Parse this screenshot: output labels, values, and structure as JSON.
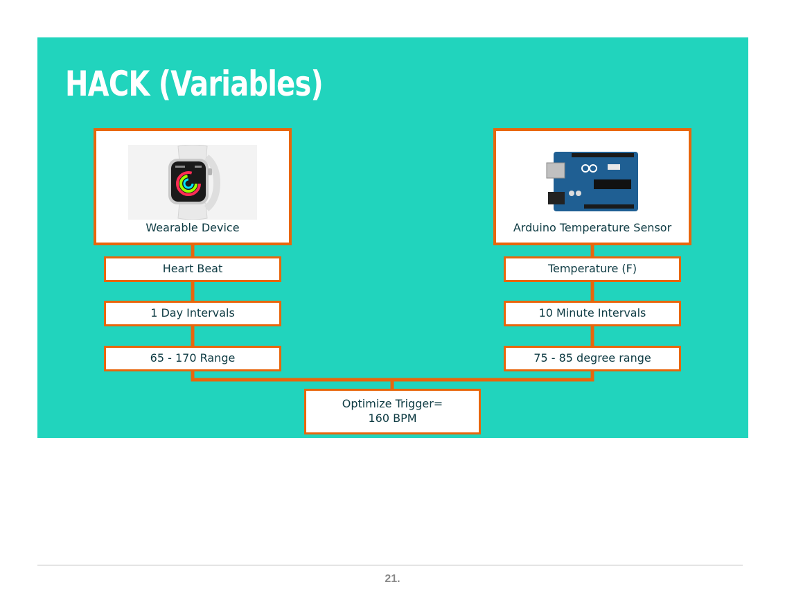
{
  "slide": {
    "title": "HACK (Variables)",
    "background_color": "#21d4bd",
    "accent_color": "#e8660c",
    "text_color": "#0e3b43"
  },
  "left_column": {
    "device_label": "Wearable Device",
    "device_icon": "smartwatch-image",
    "variable": "Heart Beat",
    "interval": "1 Day Intervals",
    "range": "65 - 170 Range"
  },
  "right_column": {
    "device_label": "Arduino Temperature Sensor",
    "device_icon": "arduino-board-image",
    "variable": "Temperature (F)",
    "interval": "10 Minute Intervals",
    "range": "75 - 85 degree range"
  },
  "result": {
    "line1": "Optimize Trigger=",
    "line2": "160 BPM"
  },
  "footer": {
    "page_number": "21."
  }
}
